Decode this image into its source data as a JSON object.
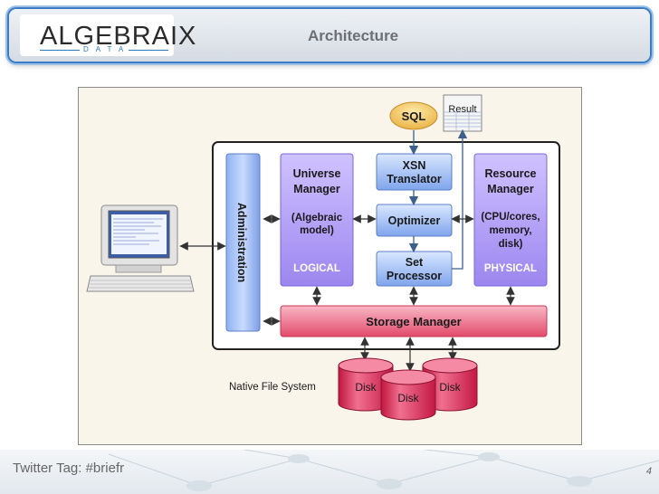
{
  "header": {
    "logo_main": "ALGEBRAIX",
    "logo_sub": "DATA",
    "title": "Architecture"
  },
  "diagram": {
    "sql": "SQL",
    "result": "Result",
    "xsn": [
      "XSN",
      "Translator"
    ],
    "optimizer": "Optimizer",
    "set_processor": [
      "Set",
      "Processor"
    ],
    "universe_manager": [
      "Universe",
      "Manager"
    ],
    "universe_model": [
      "(Algebraic",
      "model)"
    ],
    "logical": "LOGICAL",
    "resource_manager": [
      "Resource",
      "Manager"
    ],
    "resource_detail": [
      "(CPU/cores,",
      "memory,",
      "disk)"
    ],
    "physical": "PHYSICAL",
    "administration": "Administration",
    "storage_manager": "Storage Manager",
    "native_fs": "Native File System",
    "disks": [
      "Disk",
      "Disk",
      "Disk"
    ]
  },
  "footer": {
    "tag": "Twitter Tag: #briefr",
    "page": "4"
  },
  "colors": {
    "accent": "#3d7cc4",
    "lavender": "#9e8cf0",
    "storage": "#e8506e",
    "disk": "#e0305a",
    "sql": "#f2c460"
  }
}
